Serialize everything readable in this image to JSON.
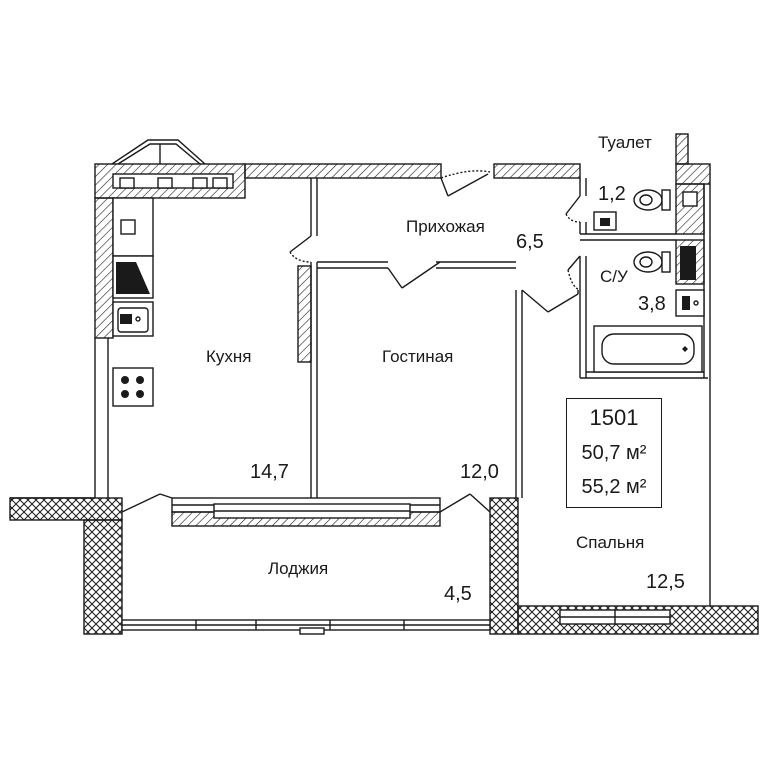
{
  "rooms": {
    "kitchen": {
      "name": "Кухня",
      "area": "14,7"
    },
    "living": {
      "name": "Гостиная",
      "area": "12,0"
    },
    "hall": {
      "name": "Прихожая",
      "area": "6,5"
    },
    "toilet": {
      "name": "Туалет",
      "area": "1,2"
    },
    "bathroom": {
      "name": "С/У",
      "area": "3,8"
    },
    "bedroom": {
      "name": "Спальня",
      "area": "12,5"
    },
    "loggia": {
      "name": "Лоджия",
      "area": "4,5"
    }
  },
  "apartment": {
    "number": "1501",
    "living_area": "50,7 м²",
    "total_area": "55,2 м²"
  },
  "colors": {
    "wall_stroke": "#1a1a1a",
    "wall_hatch": "#1a1a1a",
    "background": "#ffffff"
  },
  "icons": [
    "sink-icon",
    "stove-icon",
    "toilet-icon",
    "bathtub-icon",
    "ventilation-shaft-icon",
    "door-swing-icon",
    "window-icon"
  ]
}
